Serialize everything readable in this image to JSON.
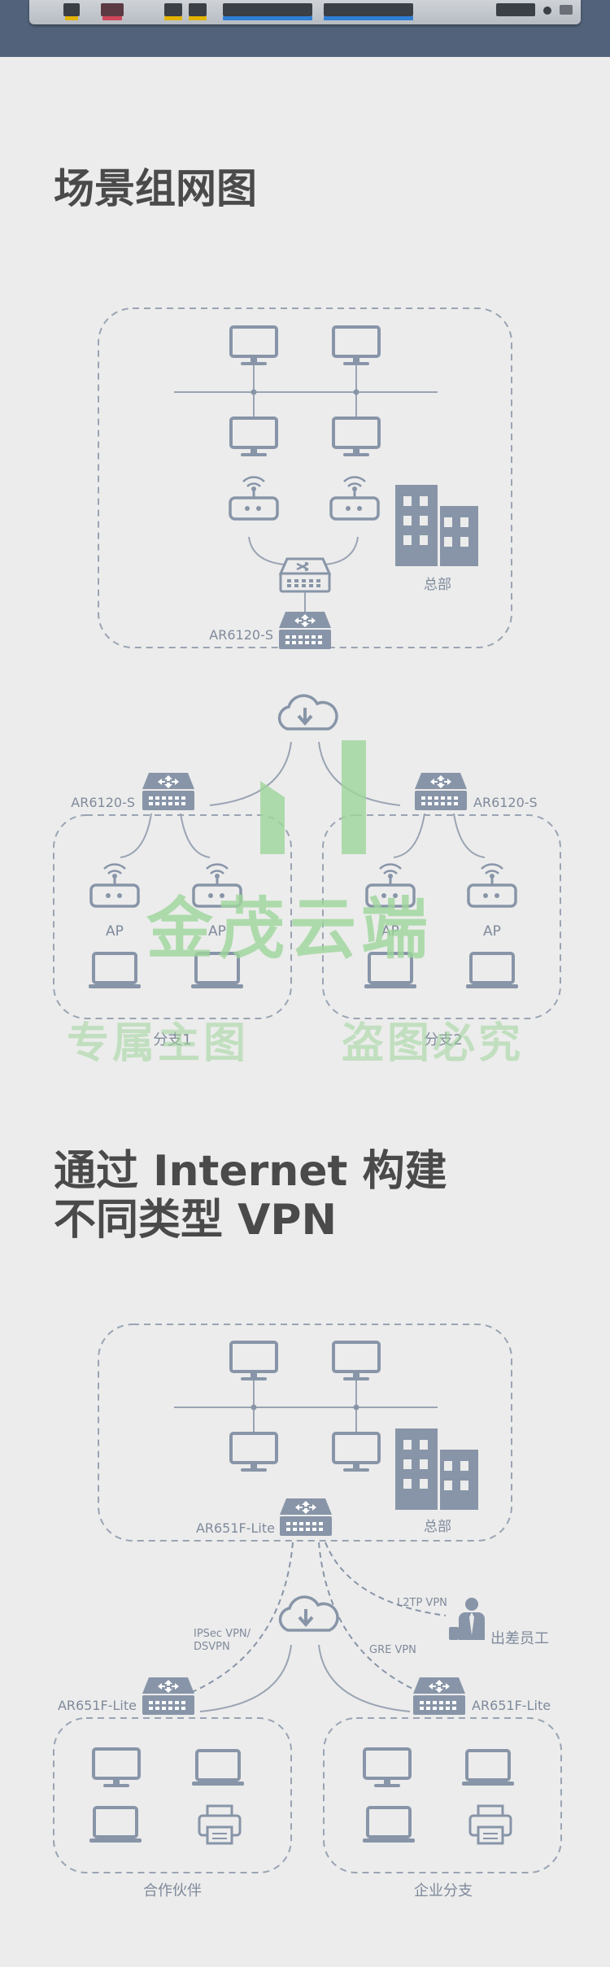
{
  "section1": {
    "title": "场景组网图",
    "hq_label": "总部",
    "hq_router": "AR6120-S",
    "branch_routers": [
      "AR6120-S",
      "AR6120-S"
    ],
    "ap_label": "AP",
    "branch_labels": [
      "分支1",
      "分支2"
    ]
  },
  "section2": {
    "title_line1": "通过 Internet 构建",
    "title_line2": "不同类型 VPN",
    "hq_label": "总部",
    "hq_router": "AR651F-Lite",
    "branch_routers": [
      "AR651F-Lite",
      "AR651F-Lite"
    ],
    "vpn_ipsec_line1": "IPSec VPN/",
    "vpn_ipsec_line2": "DSVPN",
    "vpn_l2tp": "L2TP VPN",
    "vpn_gre": "GRE VPN",
    "traveler_label": "出差员工",
    "partner_label": "合作伙伴",
    "branch_label": "企业分支"
  },
  "watermark": {
    "main": "金茂云端",
    "left": "专属主图",
    "right": "盗图必究"
  },
  "colors": {
    "icon": "#8895a8",
    "line": "#9aa4b3",
    "watermark": "#9ed69b",
    "heading": "#4a4a4a"
  }
}
